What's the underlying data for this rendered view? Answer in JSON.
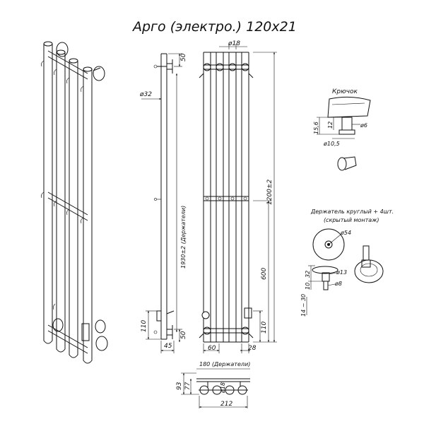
{
  "title": "Арго (электро.) 120х21",
  "front": {
    "dim_top_50": "50",
    "dim_phi32": "ø32",
    "dim_total": "1930±2 (Держатели)",
    "dim_bottom_110": "110",
    "dim_bottom_50": "50",
    "dim_45": "45"
  },
  "side": {
    "dim_phi18": "ø18",
    "dim_height": "1200±2",
    "dim_600": "600",
    "dim_110": "110",
    "dim_60": "60",
    "dim_28": "28"
  },
  "hook": {
    "title": "Крючок",
    "dim_156": "15,6",
    "dim_12": "12",
    "dim_phi6": "ø6",
    "dim_phi105": "ø10,5"
  },
  "holder": {
    "title": "Держатель круглый + 4шт.",
    "subtitle": "(скрытый монтаж)",
    "dim_phi54": "ø54",
    "dim_32": "32",
    "dim_phi13": "ø13",
    "dim_10": "10",
    "dim_phi8": "ø8",
    "dim_14_30": "14 ~ 30"
  },
  "bottom": {
    "dim_180": "180 (Держатели)",
    "dim_93": "93",
    "dim_77": "77",
    "dim_phi18": "ø18",
    "dim_212": "212"
  }
}
